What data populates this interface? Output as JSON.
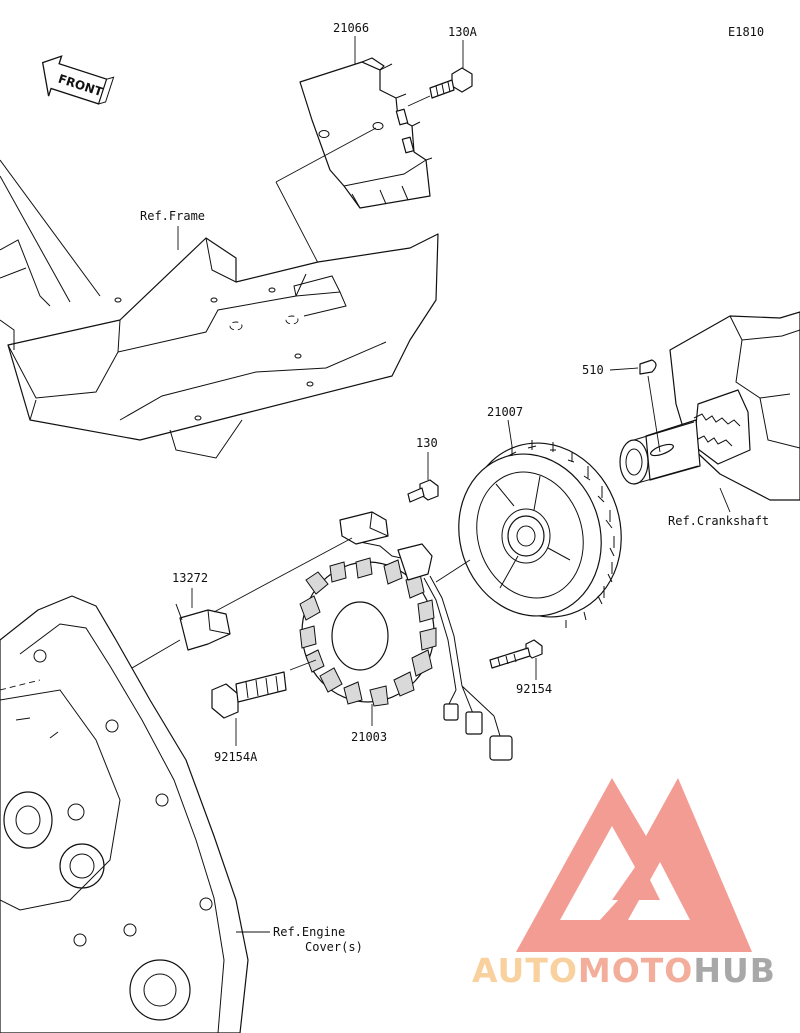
{
  "diagram_code": "E1810",
  "front_label": "FRONT",
  "parts": {
    "regulator": "21066",
    "regulator_bolt": "130A",
    "stator_bolt": "130",
    "flywheel": "21007",
    "key": "510",
    "clamp": "13272",
    "stator": "21003",
    "bolt_right": "92154",
    "bolt_left": "92154A"
  },
  "references": {
    "frame": "Ref.Frame",
    "crankshaft": "Ref.Crankshaft",
    "engine_cover_line1": "Ref.Engine",
    "engine_cover_line2": "Cover(s)"
  },
  "watermark": {
    "part1": "AUTO",
    "part2": "MOTO",
    "part3": "HUB",
    "color_auto": "#f7c98f",
    "color_moto": "#f2a18a",
    "color_hub": "#9a9a9a",
    "logo_color": "#f28b82"
  }
}
